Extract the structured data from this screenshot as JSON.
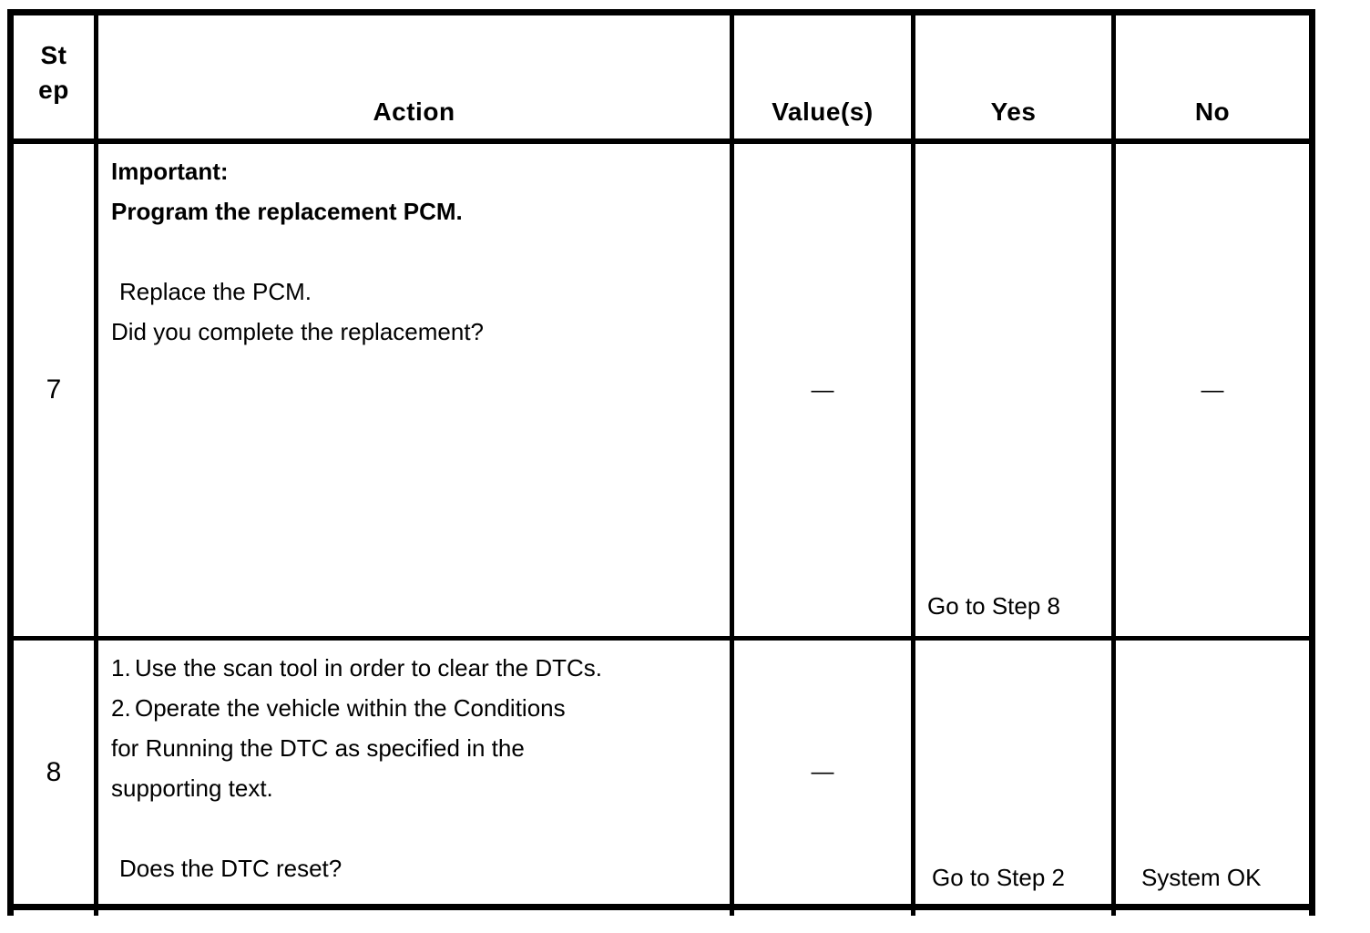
{
  "header": {
    "step_line1": "St",
    "step_line2": "ep",
    "action": "Action",
    "values": "Value(s)",
    "yes": "Yes",
    "no": "No"
  },
  "rows": [
    {
      "step": "7",
      "action": {
        "important_label": "Important:",
        "important_text": "Program the replacement PCM.",
        "instruction": "Replace the PCM.",
        "question": "Did you complete the replacement?"
      },
      "value": "—",
      "yes": "Go to Step 8",
      "no": "—"
    },
    {
      "step": "8",
      "action": {
        "items": [
          {
            "num": "1.",
            "text": "Use the scan tool in order to clear the DTCs."
          },
          {
            "num": "2.",
            "text": "Operate the vehicle within the Conditions"
          }
        ],
        "continuation_1": "for Running the DTC as specified in the",
        "continuation_2": "supporting text.",
        "question": "Does the DTC reset?"
      },
      "value": "—",
      "yes": "Go to Step 2",
      "no": "System OK"
    }
  ],
  "colors": {
    "border": "#000000",
    "background": "#ffffff",
    "text": "#000000"
  }
}
